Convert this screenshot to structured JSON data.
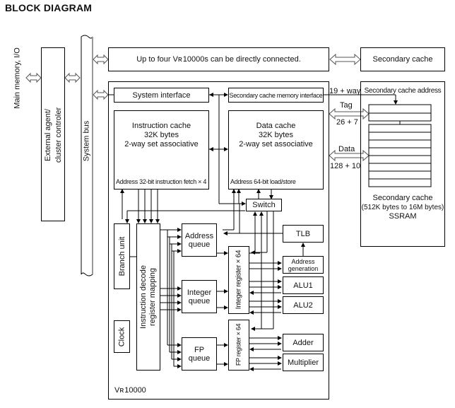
{
  "title": "BLOCK DIAGRAM",
  "left": {
    "main_memory": "Main memory, I/O",
    "external_agent_line1": "External agent/",
    "external_agent_line2": "cluster controler",
    "system_bus": "System bus"
  },
  "top": {
    "multi_cpu": "Up to four Vʀ 10000s can be directly connected.",
    "secondary_cache": "Secondary cache"
  },
  "chip": {
    "name": "Vʀ 10000",
    "system_interface": "System interface",
    "sc_mem_interface": "Secondary cache memory interface",
    "icache": {
      "line1": "Instruction cache",
      "line2": "32K bytes",
      "line3": "2-way set associative",
      "footer": "Address  32-bit instruction fetch × 4"
    },
    "dcache": {
      "line1": "Data cache",
      "line2": "32K bytes",
      "line3": "2-way set associative",
      "footer": "Address  64-bit load/store"
    },
    "switch": "Switch",
    "branch_unit": "Branch unit",
    "clock": "Clock",
    "decode_line1": "Instruction decode",
    "decode_line2": "register mapping",
    "address_queue_line1": "Address",
    "address_queue_line2": "queue",
    "integer_queue_line1": "Integer",
    "integer_queue_line2": "queue",
    "fp_queue_line1": "FP",
    "fp_queue_line2": "queue",
    "integer_register": "Integer register × 64",
    "fp_register": "FP register × 64",
    "tlb": "TLB",
    "address_gen_line1": "Address",
    "address_gen_line2": "generation",
    "alu1": "ALU1",
    "alu2": "ALU2",
    "adder": "Adder",
    "multiplier": "Multiplier"
  },
  "bus_labels": {
    "addr_width": "19 + way",
    "tag": "Tag",
    "tag_width": "26 + 7",
    "data": "Data",
    "data_width": "128 + 10"
  },
  "ssram": {
    "address_label": "Secondary cache address",
    "line1": "Secondary cache",
    "line2": "(512K bytes to 16M bytes)",
    "line3": "SSRAM"
  }
}
